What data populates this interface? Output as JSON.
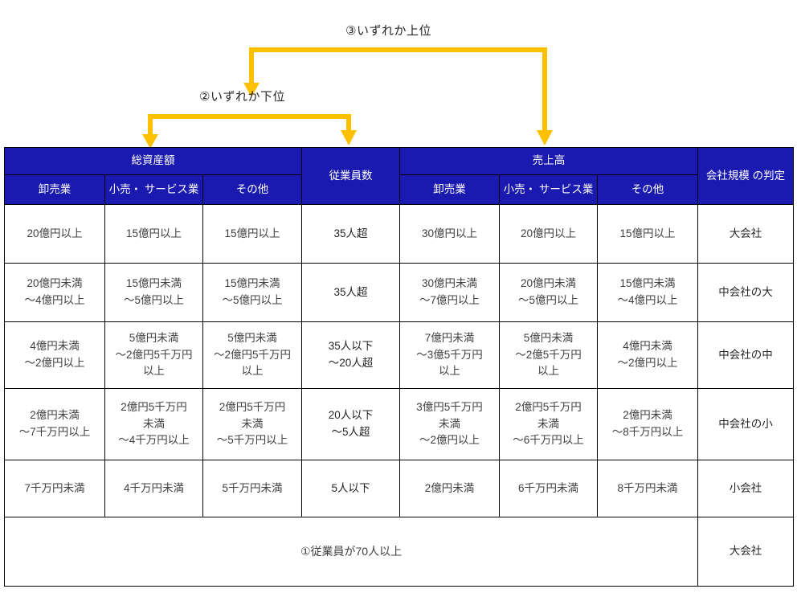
{
  "annotations": {
    "arrow_color": "#FFC000",
    "items": [
      {
        "id": "anno-3",
        "label": "③いずれか上位"
      },
      {
        "id": "anno-2",
        "label": "②いずれか下位"
      }
    ]
  },
  "table": {
    "header": {
      "groups": [
        {
          "label": "総資産額",
          "span": 3
        },
        {
          "label": "従業員数",
          "span": 1,
          "rowspan": 2
        },
        {
          "label": "売上高",
          "span": 3
        },
        {
          "label": "会社規模\nの判定",
          "span": 1,
          "rowspan": 2
        }
      ],
      "group_total_assets": "総資産額",
      "group_sales": "売上高",
      "employees": "従業員数",
      "judgement_line1": "会社規模",
      "judgement_line2": "の判定",
      "sub_wholesale_a": "卸売業",
      "sub_retail_a_line1": "小売・",
      "sub_retail_a_line2": "サービス業",
      "sub_other_a": "その他",
      "sub_wholesale_b": "卸売業",
      "sub_retail_b_line1": "小売・",
      "sub_retail_b_line2": "サービス業",
      "sub_other_b": "その他",
      "header_bg": "#1A1AB0",
      "header_fg": "#FFFFFF"
    },
    "rows": [
      {
        "assets_wholesale": [
          "20億円以上"
        ],
        "assets_retail": [
          "15億円以上"
        ],
        "assets_other": [
          "15億円以上"
        ],
        "employees": [
          "35人超"
        ],
        "sales_wholesale": [
          "30億円以上"
        ],
        "sales_retail": [
          "20億円以上"
        ],
        "sales_other": [
          "15億円以上"
        ],
        "judgement": [
          "大会社"
        ]
      },
      {
        "assets_wholesale": [
          "20億円未満",
          "～4億円以上"
        ],
        "assets_retail": [
          "15億円未満",
          "～5億円以上"
        ],
        "assets_other": [
          "15億円未満",
          "～5億円以上"
        ],
        "employees": [
          "35人超"
        ],
        "sales_wholesale": [
          "30億円未満",
          "～7億円以上"
        ],
        "sales_retail": [
          "20億円未満",
          "～5億円以上"
        ],
        "sales_other": [
          "15億円未満",
          "～4億円以上"
        ],
        "judgement": [
          "中会社の大"
        ]
      },
      {
        "assets_wholesale": [
          "4億円未満",
          "～2億円以上"
        ],
        "assets_retail": [
          "5億円未満",
          "～2億円5千万円",
          "以上"
        ],
        "assets_other": [
          "5億円未満",
          "～2億円5千万円",
          "以上"
        ],
        "employees": [
          "35人以下",
          "～20人超"
        ],
        "sales_wholesale": [
          "7億円未満",
          "～3億5千万円",
          "以上"
        ],
        "sales_retail": [
          "5億円未満",
          "～2億5千万円",
          "以上"
        ],
        "sales_other": [
          "4億円未満",
          "～2億円以上"
        ],
        "judgement": [
          "中会社の中"
        ]
      },
      {
        "assets_wholesale": [
          "2億円未満",
          "～7千万円以上"
        ],
        "assets_retail": [
          "2億円5千万円",
          "未満",
          "～4千万円以上"
        ],
        "assets_other": [
          "2億円5千万円",
          "未満",
          "～5千万円以上"
        ],
        "employees": [
          "20人以下",
          "～5人超"
        ],
        "sales_wholesale": [
          "3億円5千万円",
          "未満",
          "～2億円以上"
        ],
        "sales_retail": [
          "2億円5千万円",
          "未満",
          "～6千万円以上"
        ],
        "sales_other": [
          "2億円未満",
          "～8千万円以上"
        ],
        "judgement": [
          "中会社の小"
        ]
      },
      {
        "assets_wholesale": [
          "7千万円未満"
        ],
        "assets_retail": [
          "4千万円未満"
        ],
        "assets_other": [
          "5千万円未満"
        ],
        "employees": [
          "5人以下"
        ],
        "sales_wholesale": [
          "2億円未満"
        ],
        "sales_retail": [
          "6千万円未満"
        ],
        "sales_other": [
          "8千万円未満"
        ],
        "judgement": [
          "小会社"
        ]
      }
    ],
    "footer_row": {
      "note": "①従業員が70人以上",
      "judgement": "大会社"
    }
  }
}
